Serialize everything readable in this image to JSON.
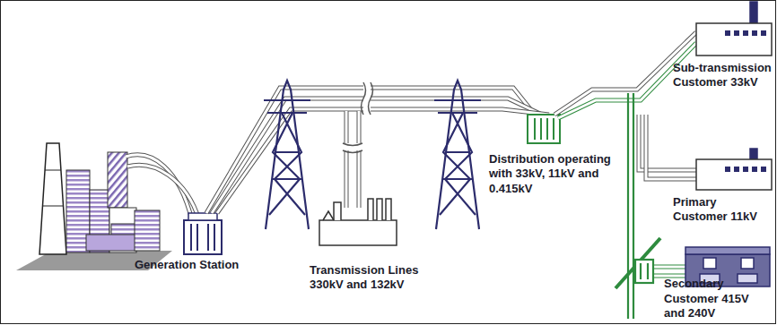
{
  "diagram": {
    "labels": [
      "Generation Station",
      "Transmission Lines 330kV and 132kV",
      "Distribution operating with 33kV, 11kV and 0.415kV",
      "Sub-transmission Customer 33kV",
      "Primary Customer 11kV",
      "Secondary Customer 415V and 240V"
    ]
  }
}
